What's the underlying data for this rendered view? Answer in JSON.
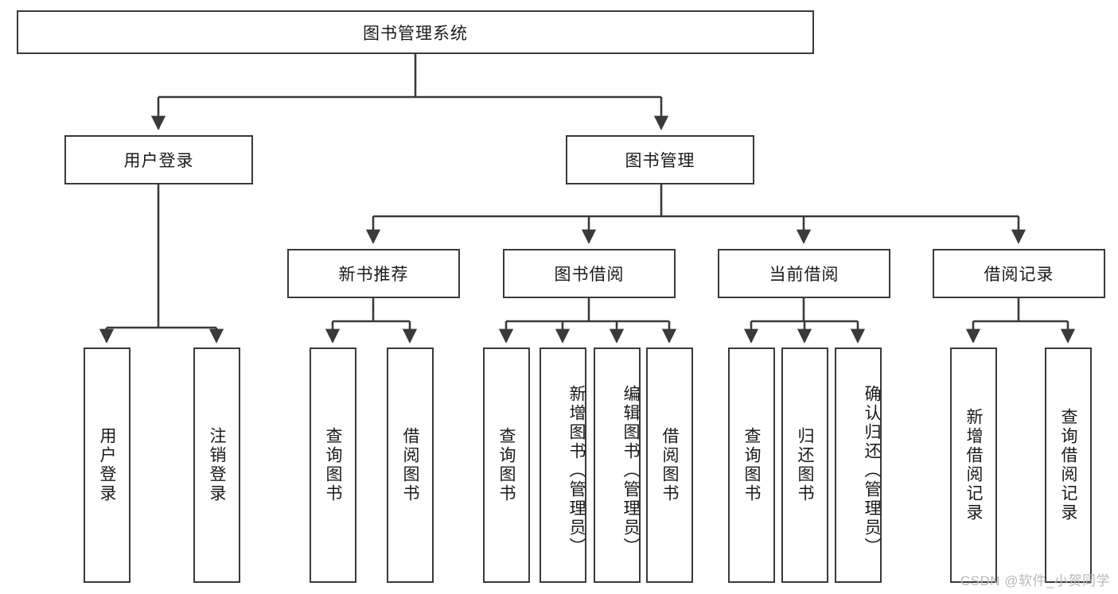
{
  "diagram": {
    "type": "tree-hierarchy-chart",
    "title": "图书管理系统",
    "line_color": "#3a3a3a",
    "box_fill": "#ffffff",
    "text_color": "#1a1a1a",
    "watermark": "CSDN @软件_小贺同学",
    "nodes": {
      "root": {
        "label": "图书管理系统"
      },
      "level2": [
        {
          "label": "用户登录"
        },
        {
          "label": "图书管理"
        }
      ],
      "level3": [
        {
          "label": "新书推荐"
        },
        {
          "label": "图书借阅"
        },
        {
          "label": "当前借阅"
        },
        {
          "label": "借阅记录"
        }
      ],
      "leaves_user_login": [
        {
          "label": "用户登录"
        },
        {
          "label": "注销登录"
        }
      ],
      "leaves_new_book": [
        {
          "label": "查询图书"
        },
        {
          "label": "借阅图书"
        }
      ],
      "leaves_borrow": [
        {
          "label": "查询图书"
        },
        {
          "label": "新增图书（管理员）"
        },
        {
          "label": "编辑图书（管理员）"
        },
        {
          "label": "借阅图书"
        }
      ],
      "leaves_current": [
        {
          "label": "查询图书"
        },
        {
          "label": "归还图书"
        },
        {
          "label": "确认归还（管理员）"
        }
      ],
      "leaves_record": [
        {
          "label": "新增借阅记录"
        },
        {
          "label": "查询借阅记录"
        }
      ]
    }
  }
}
